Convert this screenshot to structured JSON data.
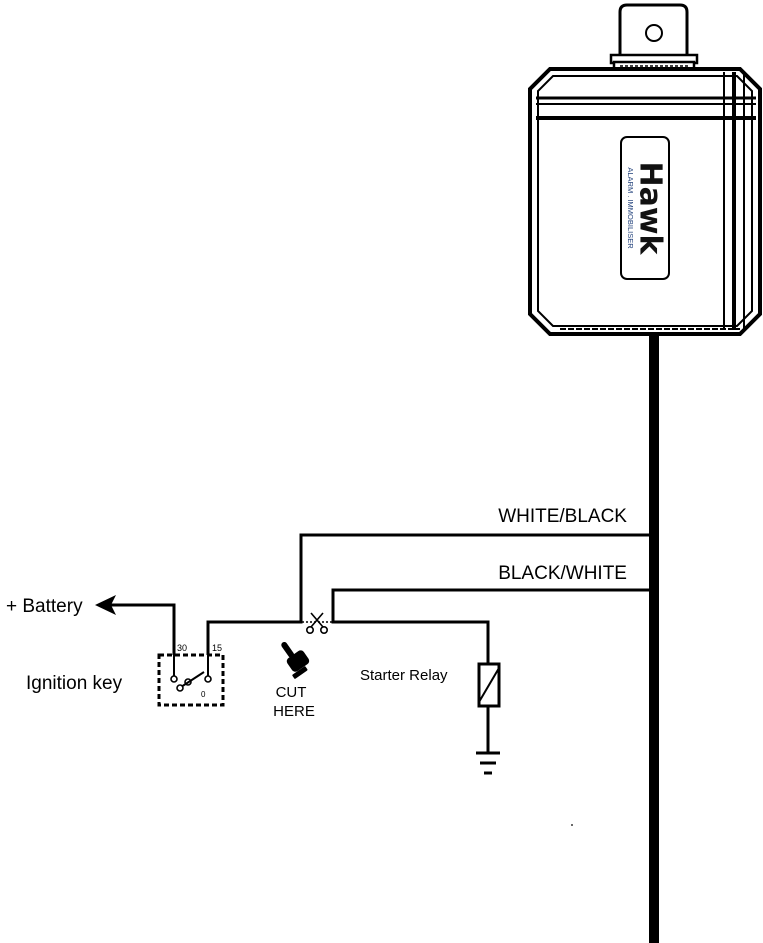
{
  "device": {
    "brand": "Hawk",
    "subtitle": "ALARM . IMMOBILISER"
  },
  "wires": {
    "white_black": "WHITE/BLACK",
    "black_white": "BLACK/WHITE"
  },
  "battery": {
    "label": "+ Battery"
  },
  "ignition": {
    "label": "Ignition key",
    "terminal_30": "30",
    "terminal_15": "15",
    "terminal_0": "0"
  },
  "cut": {
    "line1": "CUT",
    "line2": "HERE"
  },
  "relay": {
    "label": "Starter Relay"
  },
  "colors": {
    "line": "#000000",
    "brand_sub": "#1f3f7a"
  }
}
